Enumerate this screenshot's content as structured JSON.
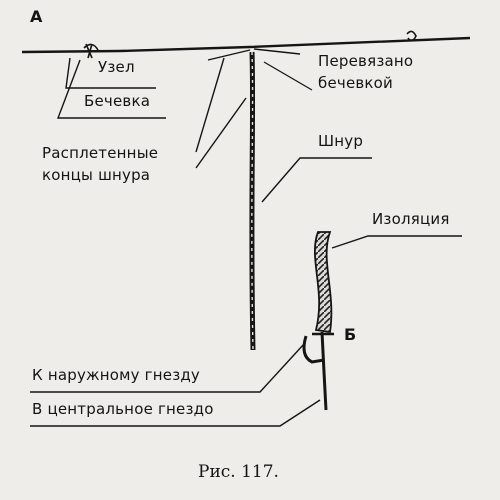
{
  "figure": {
    "point_a": "А",
    "point_b": "Б",
    "labels": {
      "knot": "Узел",
      "twine": "Бечевка",
      "tied_line1": "Перевязано",
      "tied_line2": "бечевкой",
      "unbraided_line1": "Расплетенные",
      "unbraided_line2": "концы шнура",
      "cord": "Шнур",
      "insulation": "Изоляция",
      "outer_socket": "К наружному гнезду",
      "center_socket": "В центральное гнездо"
    },
    "caption": "Рис. 117."
  }
}
